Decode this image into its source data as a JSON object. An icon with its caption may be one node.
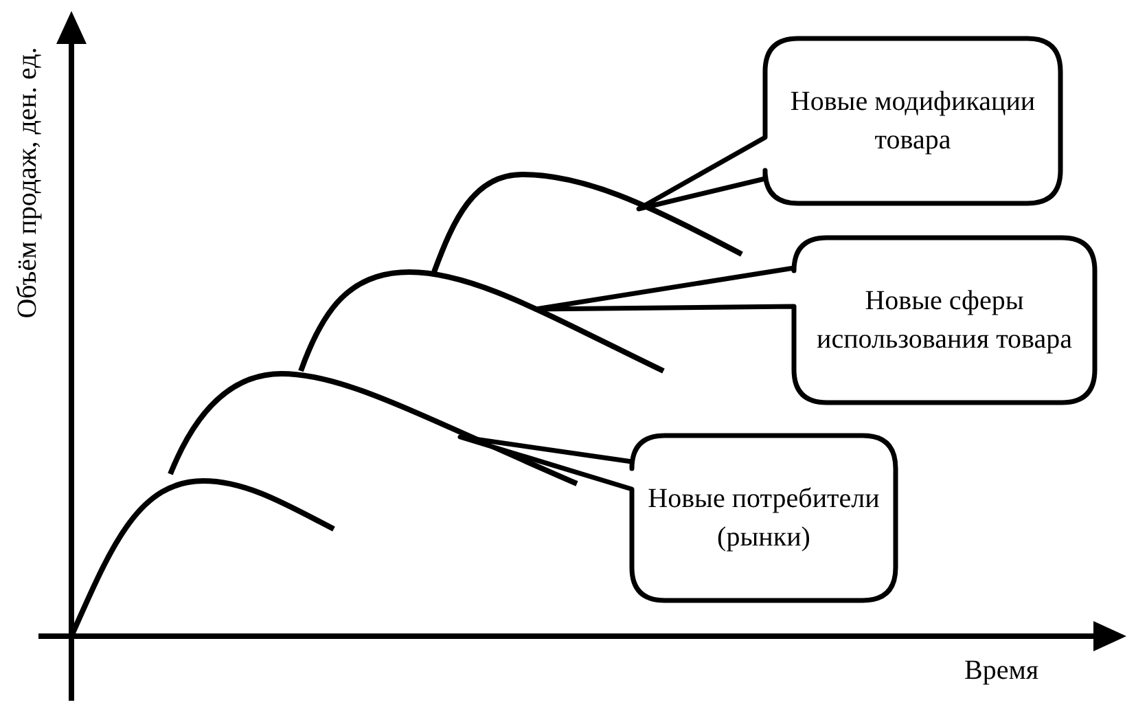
{
  "diagram": {
    "nodes": [
      {
        "text": [
          "Новые модификации товара"
        ]
      },
      {
        "text": [
          "Новые сферы использования товара"
        ]
      },
      {
        "text": [
          "Новые потребители (рынки)"
        ]
      }
    ],
    "labels": [
      "Объём продаж, ден. ед.",
      "Время"
    ]
  }
}
